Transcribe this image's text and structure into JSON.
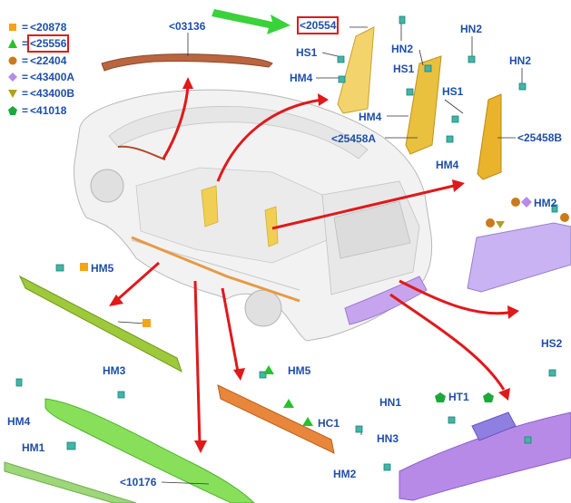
{
  "legend": [
    {
      "symbol": "orange-square-icon",
      "color": "#f5a31a",
      "text": "<20878",
      "highlighted": false
    },
    {
      "symbol": "green-triangle-icon",
      "color": "#26c22a",
      "text": "<25556",
      "highlighted": true
    },
    {
      "symbol": "brown-circle-icon",
      "color": "#c97a1a",
      "text": "<22404",
      "highlighted": false
    },
    {
      "symbol": "purple-diamond-icon",
      "color": "#b58ce8",
      "text": "<43400A",
      "highlighted": false
    },
    {
      "symbol": "olive-triangle-icon",
      "color": "#b0a020",
      "text": "<43400B",
      "highlighted": false
    },
    {
      "symbol": "green-pentagon-icon",
      "color": "#1fa83a",
      "text": "<41018",
      "highlighted": false
    }
  ],
  "labels": {
    "p03136": "<03136",
    "p20554": "<20554",
    "p25458A": "<25458A",
    "p25458B": "<25458B",
    "p10176": "<10176",
    "hs1_a": "HS1",
    "hm4_a": "HM4",
    "hn2_a": "HN2",
    "hs1_b": "HS1",
    "hn2_b": "HN2",
    "hm4_b": "HM4",
    "hs1_c": "HS1",
    "hm4_c": "HM4",
    "hn2_c": "HN2",
    "hm2_r": "HM2",
    "hm5_l": "HM5",
    "hm3": "HM3",
    "hm4_bl": "HM4",
    "hm1": "HM1",
    "hm5_m": "HM5",
    "hc1": "HC1",
    "hs2": "HS2",
    "hn1": "HN1",
    "ht1": "HT1",
    "hn3": "HN3",
    "hm2_b": "HM2"
  },
  "colors": {
    "label_blue": "#1f4fa8",
    "arrow_red": "#e0191b",
    "arrow_green": "#3ad23a",
    "highlight_red": "#e0191b"
  }
}
